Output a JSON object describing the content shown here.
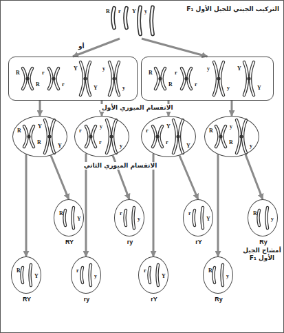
{
  "diagram": {
    "nodes": [
      {
        "text": [
          "التركيب الجيني للجيل الأول F₁",
          "R",
          "r",
          "Y",
          "y"
        ]
      },
      {
        "text": [
          "R",
          "R",
          "r",
          "r",
          "Y",
          "Y",
          "y",
          "y"
        ]
      },
      {
        "text": [
          "R",
          "R",
          "r",
          "r",
          "y",
          "y",
          "Y",
          "Y"
        ]
      },
      {
        "text": [
          "R",
          "R",
          "Y",
          "Y"
        ]
      },
      {
        "text": [
          "r",
          "r",
          "y",
          "y"
        ]
      },
      {
        "text": [
          "r",
          "r",
          "Y",
          "Y"
        ]
      },
      {
        "text": [
          "R",
          "R",
          "y",
          "y"
        ]
      },
      {
        "text": [
          "RY",
          "R",
          "Y"
        ]
      },
      {
        "text": [
          "ry",
          "r",
          "y"
        ]
      },
      {
        "text": [
          "rY",
          "r",
          "Y"
        ]
      },
      {
        "text": [
          "Ry",
          "R",
          "y"
        ]
      },
      {
        "text": [
          "RY",
          "R",
          "Y"
        ]
      },
      {
        "text": [
          "ry",
          "r",
          "y"
        ]
      },
      {
        "text": [
          "rY",
          "r",
          "Y"
        ]
      },
      {
        "text": [
          "Ry",
          "R",
          "y"
        ]
      }
    ],
    "edges": [
      {
        "from": 0,
        "to": 1,
        "arrow": "to"
      },
      {
        "from": 0,
        "to": 2,
        "arrow": "to"
      },
      {
        "from": 1,
        "to": 3,
        "arrow": "to"
      },
      {
        "from": 1,
        "to": 4,
        "arrow": "to"
      },
      {
        "from": 2,
        "to": 5,
        "arrow": "to"
      },
      {
        "from": 2,
        "to": 6,
        "arrow": "to"
      },
      {
        "from": 3,
        "to": 7,
        "arrow": "to"
      },
      {
        "from": 3,
        "to": 11,
        "arrow": "to"
      },
      {
        "from": 4,
        "to": 8,
        "arrow": "to"
      },
      {
        "from": 4,
        "to": 12,
        "arrow": "to"
      },
      {
        "from": 5,
        "to": 9,
        "arrow": "to"
      },
      {
        "from": 5,
        "to": 13,
        "arrow": "to"
      },
      {
        "from": 6,
        "to": 10,
        "arrow": "to"
      },
      {
        "from": 6,
        "to": 14,
        "arrow": "to"
      }
    ],
    "labels": [
      "أو",
      "الانقسام الميوزي الأول",
      "الانقسام الميوزي الثاني",
      "أمشاج الجيل الأول F₁"
    ]
  }
}
